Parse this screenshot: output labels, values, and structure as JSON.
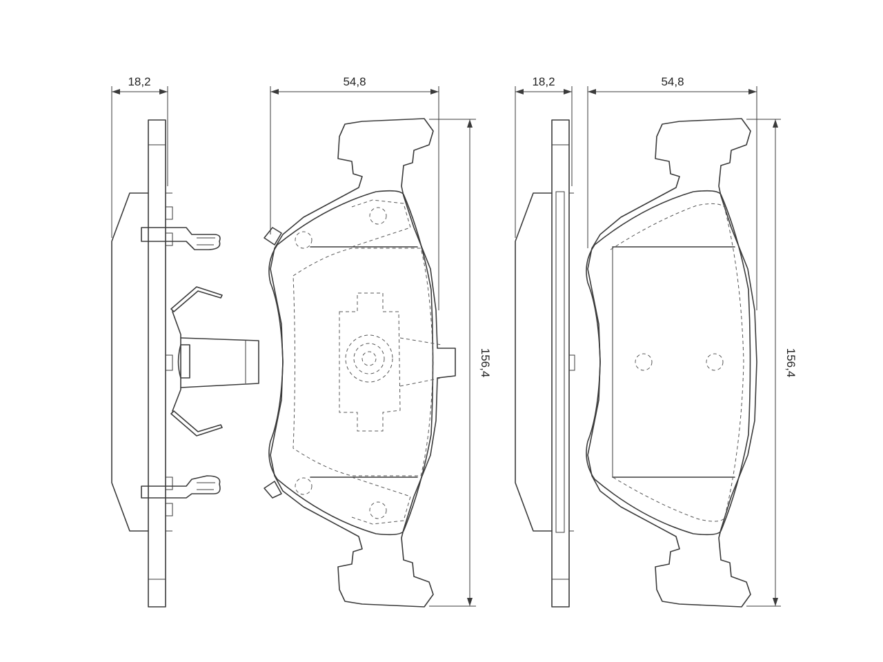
{
  "dimensions": {
    "left_side_width": "18,2",
    "left_face_width": "54,8",
    "left_face_height": "156,4",
    "right_side_width": "18,2",
    "right_face_width": "54,8",
    "right_face_height": "156,4"
  },
  "colors": {
    "line": "#3a3a3a",
    "background": "#ffffff"
  }
}
